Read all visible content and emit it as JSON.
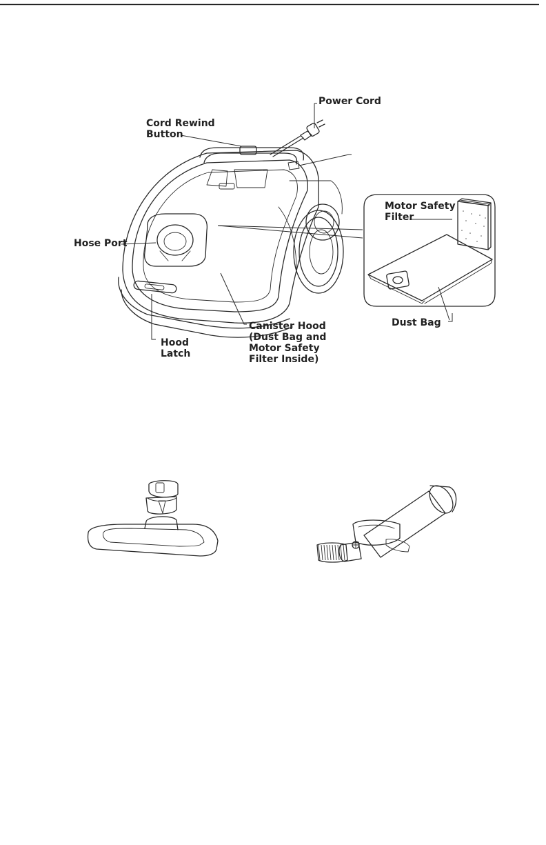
{
  "labels": {
    "power_cord": "Power Cord",
    "cord_rewind_button": "Cord Rewind\nButton",
    "motor_safety_filter": "Motor Safety\nFilter",
    "hose_port": "Hose Port",
    "dust_bag": "Dust Bag",
    "canister_hood": "Canister Hood\n(Dust Bag and\nMotor Safety\nFilter Inside)",
    "hood_latch": "Hood\nLatch"
  },
  "colors": {
    "ink": "#2a2a2a",
    "background": "#ffffff"
  },
  "icons": [
    "vacuum-canister-illustration",
    "power-plug-icon",
    "motor-filter-pad-icon",
    "dust-bag-icon",
    "floor-nozzle-illustration",
    "dusting-brush-illustration"
  ]
}
